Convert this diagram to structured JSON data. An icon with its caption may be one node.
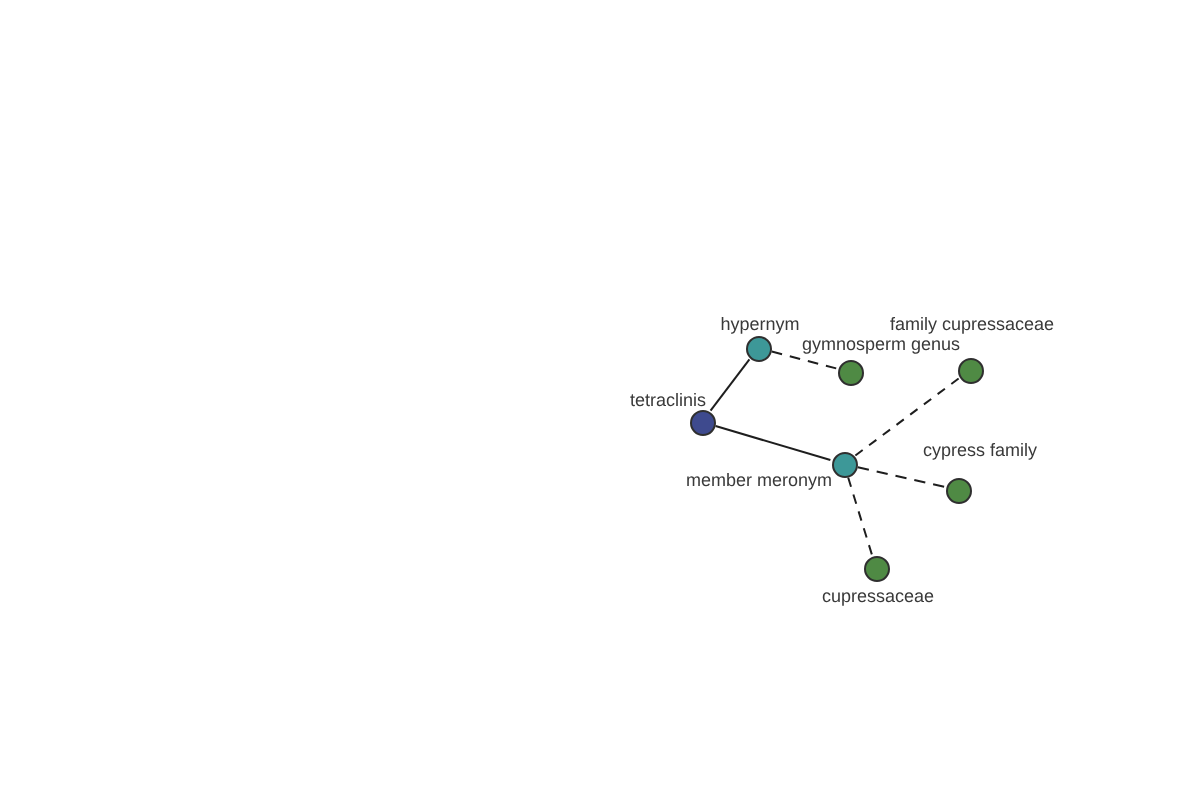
{
  "diagram": {
    "nodes": [
      {
        "text": [
          "hypernym"
        ]
      },
      {
        "text": [
          "gymnosperm genus"
        ]
      },
      {
        "text": [
          "family cupressaceae"
        ]
      },
      {
        "text": [
          "tetraclinis"
        ]
      },
      {
        "text": [
          "member meronym"
        ]
      },
      {
        "text": [
          "cypress family"
        ]
      },
      {
        "text": [
          "cupressaceae"
        ]
      }
    ],
    "edges": [
      {
        "from": 3,
        "to": 0,
        "arrow": "none"
      },
      {
        "from": 0,
        "to": 1,
        "arrow": "none",
        "style": "dashed"
      },
      {
        "from": 3,
        "to": 4,
        "arrow": "none"
      },
      {
        "from": 4,
        "to": 2,
        "arrow": "none",
        "style": "dashed"
      },
      {
        "from": 4,
        "to": 5,
        "arrow": "none",
        "style": "dashed"
      },
      {
        "from": 4,
        "to": 6,
        "arrow": "none",
        "style": "dashed"
      }
    ]
  }
}
